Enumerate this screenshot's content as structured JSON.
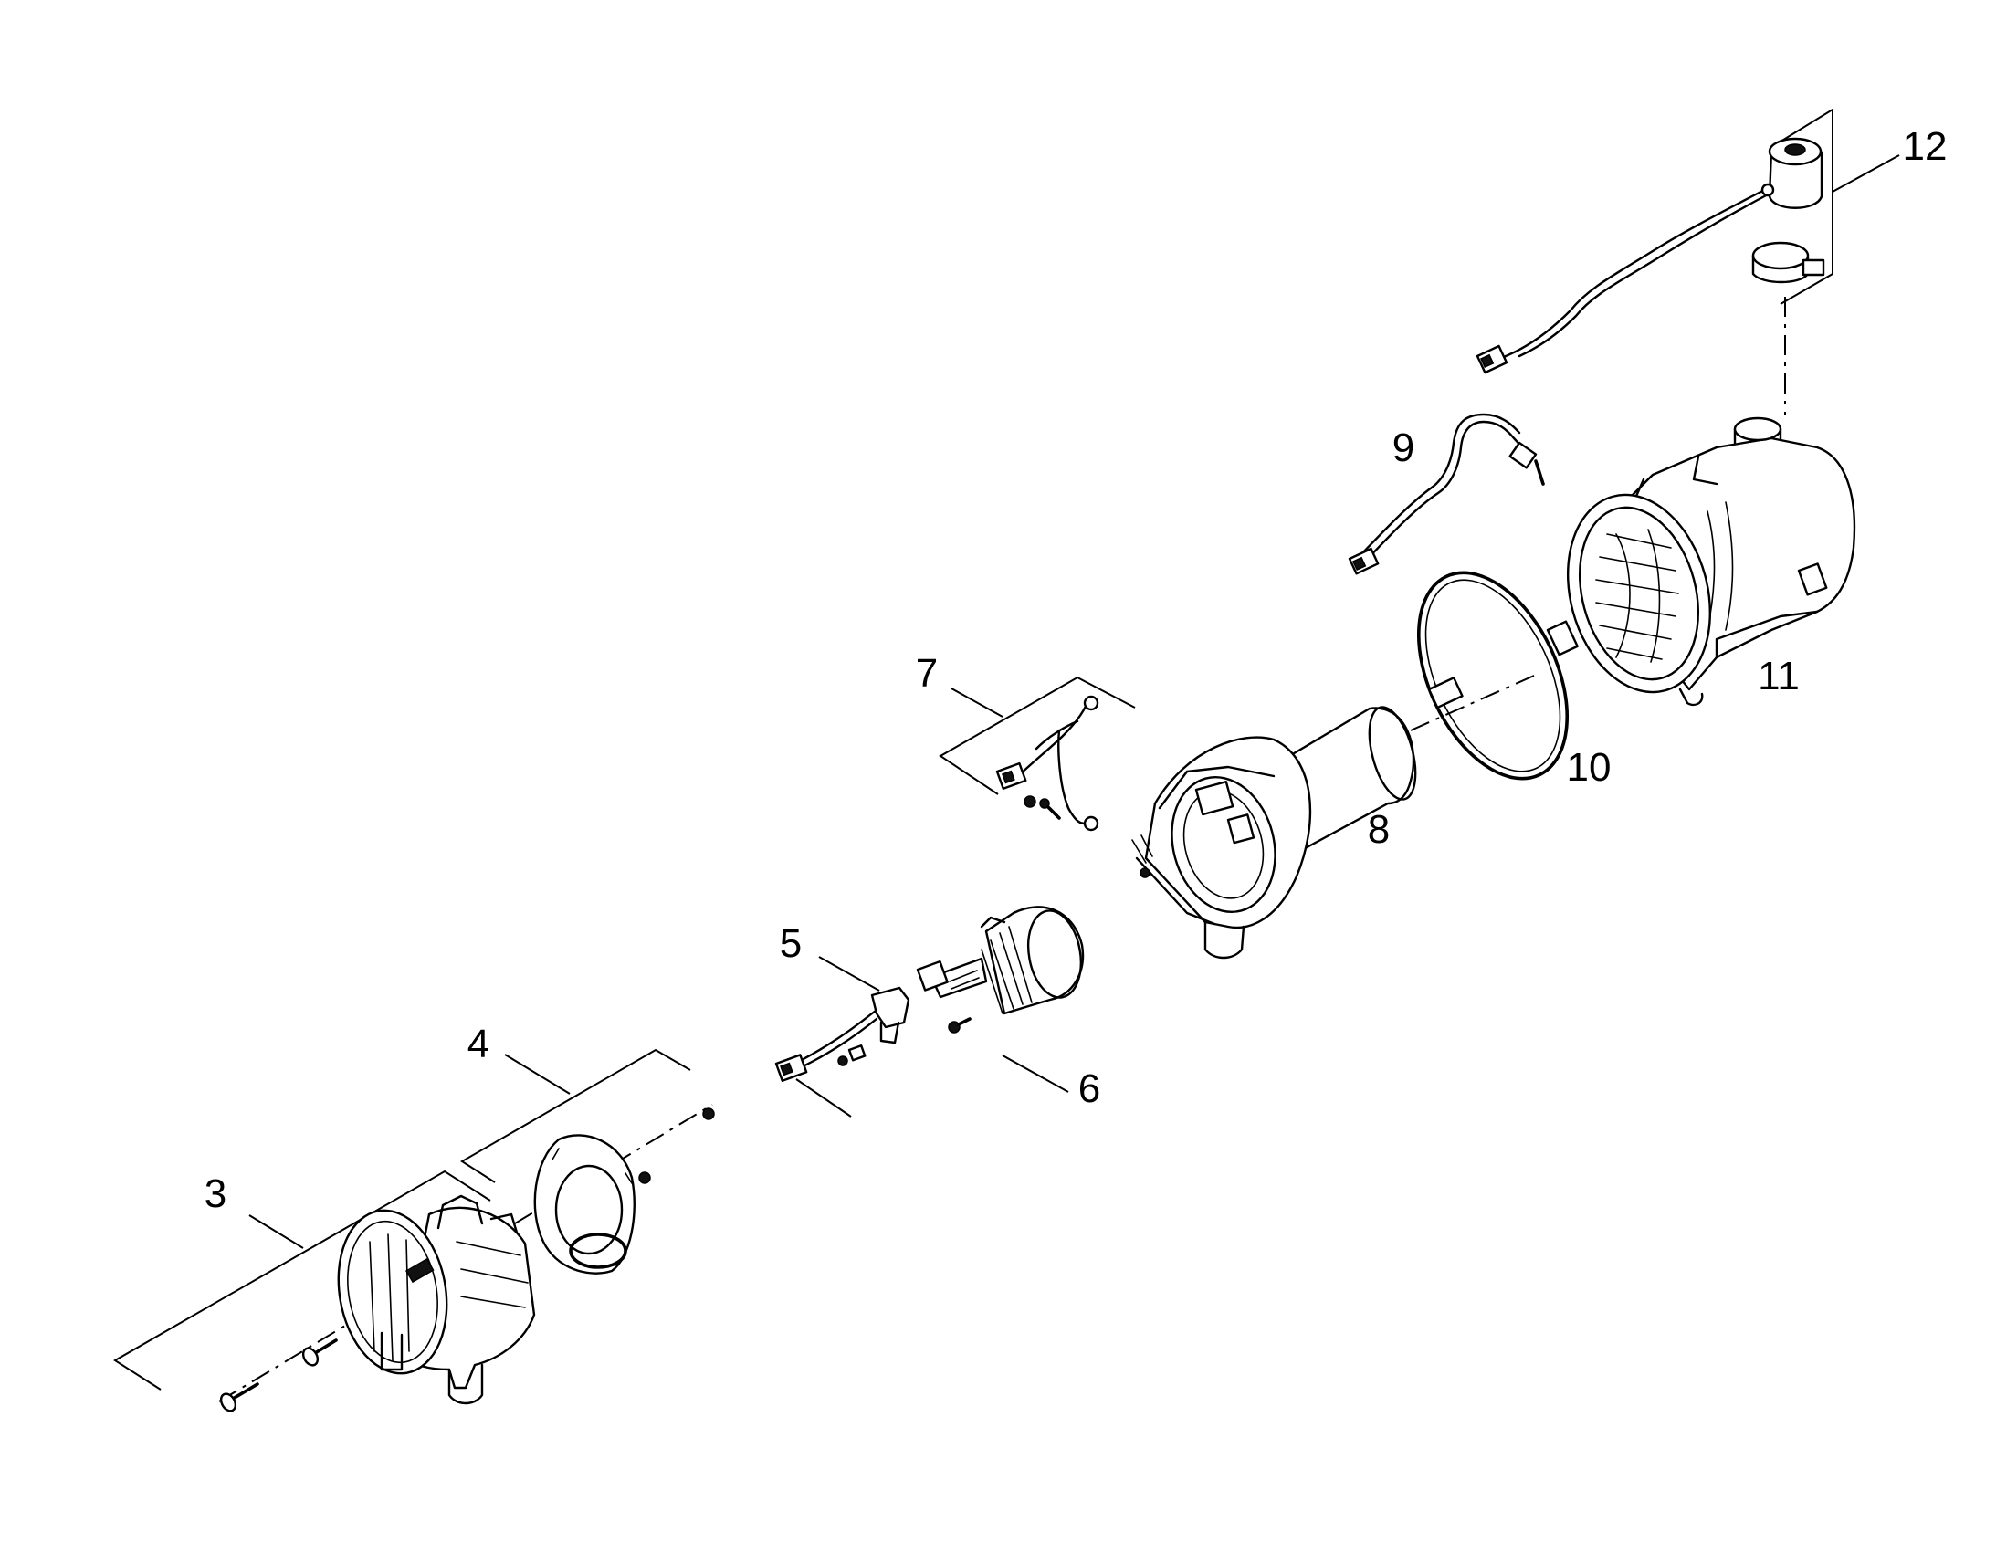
{
  "labels": {
    "p3": "3",
    "p4": "4",
    "p5": "5",
    "p6": "6",
    "p7": "7",
    "p8": "8",
    "p9": "9",
    "p10": "10",
    "p11": "11",
    "p12": "12"
  }
}
